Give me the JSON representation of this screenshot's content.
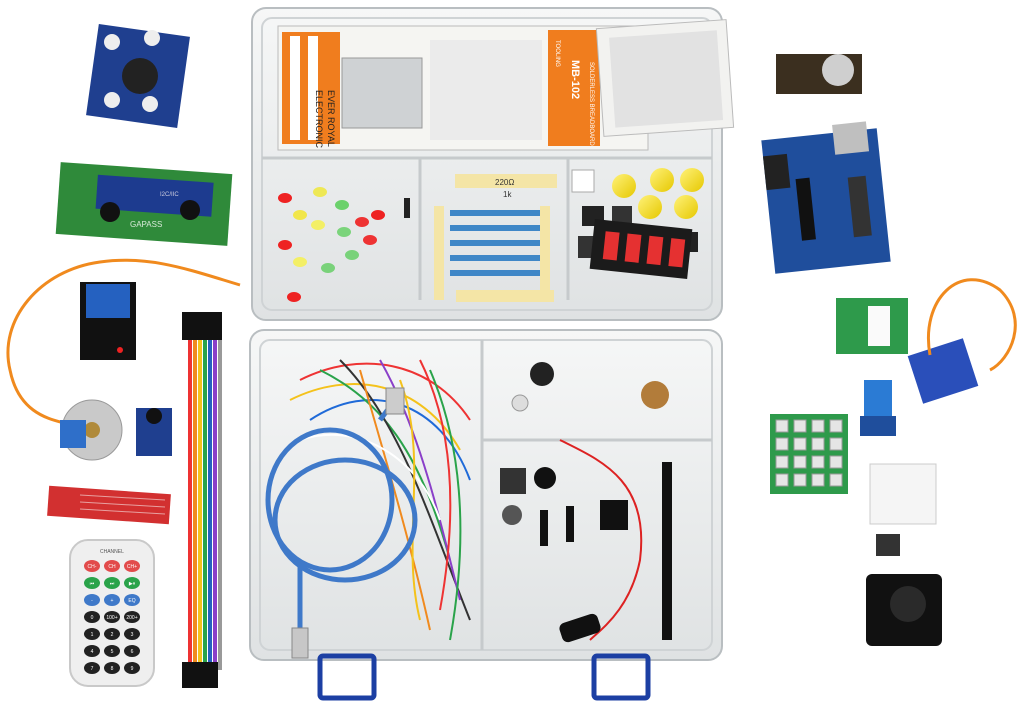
{
  "kit": {
    "breadboard_box": {
      "brand_line1": "EVER ROYAL",
      "brand_line2": "ELECTRONIC",
      "model": "MB-102",
      "side_text": "SOLDERLESS BREADBOARD",
      "side_text2": "TOOLING"
    },
    "resistor_labels": [
      "220Ω",
      "1k"
    ],
    "remote_label": "CHANNEL",
    "remote_buttons": [
      "CH-",
      "CH",
      "CH+",
      "⏮",
      "⏭",
      "▶⏸",
      "-",
      "+",
      "EQ",
      "0",
      "100+",
      "200+",
      "1",
      "2",
      "3",
      "4",
      "5",
      "6",
      "7",
      "8",
      "9"
    ],
    "lcd_text": "GAPASS",
    "lcd_text2": "I2C/IIC",
    "colors": {
      "case": "#eef0f1",
      "pcb_blue": "#1f4e9c",
      "pcb_green": "#2f8a3a",
      "breadboard_orange": "#f07d1e",
      "latch_blue": "#1c3fa3"
    }
  }
}
